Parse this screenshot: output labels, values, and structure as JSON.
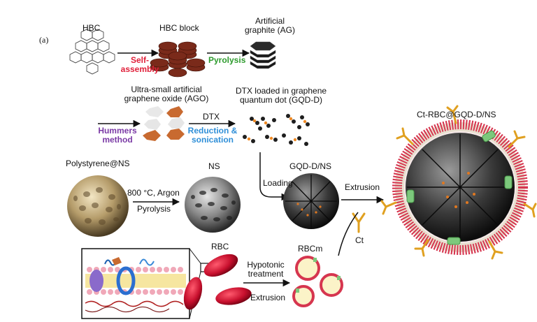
{
  "panel_label": "(a)",
  "row1": {
    "hbc": "HBC",
    "self_assembly": "Self-\nassembly",
    "hbc_block": "HBC block",
    "pyrolysis": "Pyrolysis",
    "ag": "Artificial\ngraphite (AG)"
  },
  "row2": {
    "ago": "Ultra-small artificial\ngraphene oxide (AGO)",
    "hummers": "Hummers\nmethod",
    "dtx": "DTX",
    "reduction": "Reduction &\nsonication",
    "gqd_d": "DTX loaded in graphene\nquantum dot (GQD-D)"
  },
  "row3": {
    "polystyrene": "Polystyrene@NS",
    "conditions": "800 °C, Argon",
    "pyrolysis": "Pyrolysis",
    "ns": "NS",
    "gqd_ns": "GQD-D/NS",
    "loading": "Loading",
    "extrusion": "Extrusion",
    "ct": "Ct",
    "final": "Ct-RBC@GQD-D/NS"
  },
  "row4": {
    "rbc": "RBC",
    "hypotonic": "Hypotonic\ntreatment",
    "extrusion": "Extrusion",
    "rbcm": "RBCm"
  },
  "colors": {
    "self_assembly": "#e0203a",
    "pyrolysis": "#2e9b2e",
    "hummers": "#7a3aa5",
    "reduction": "#2f8fd8",
    "rbc": "#c8102e",
    "membrane": "#d6364f",
    "antibody": "#e0a020"
  }
}
